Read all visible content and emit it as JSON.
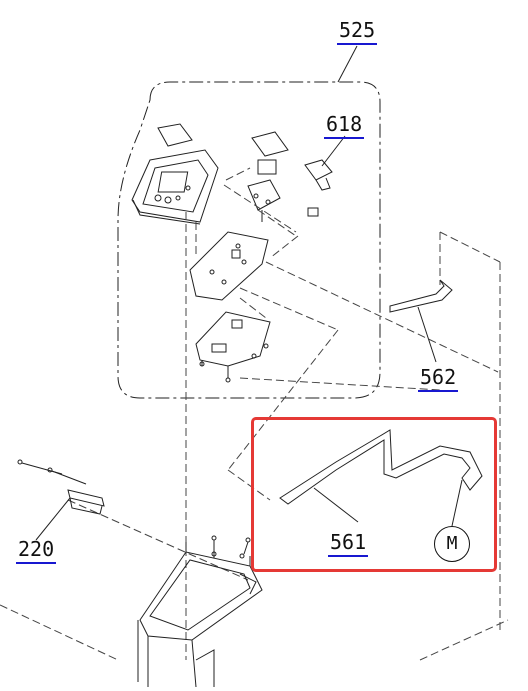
{
  "diagram": {
    "callouts": {
      "c525": "525",
      "c618": "618",
      "c562": "562",
      "c561": "561",
      "c220": "220"
    },
    "motor_badge": "M",
    "accent_underline": "#1818d0",
    "highlight_color": "#e53935",
    "line_color": "#111111"
  }
}
